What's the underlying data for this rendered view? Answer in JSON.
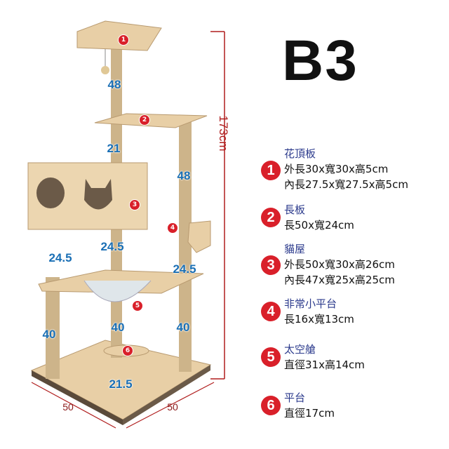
{
  "title": "B3",
  "total_height": "173cm",
  "dimension_labels": {
    "top_post": "48",
    "mid_post": "21",
    "right_upper_post": "48",
    "left_post_mid": "24.5",
    "center_post_mid": "24.5",
    "right_post_mid": "24.5",
    "left_post_low": "40",
    "center_post_low": "40",
    "right_post_low": "40",
    "base_post": "21.5"
  },
  "base": {
    "left": "50",
    "right": "50"
  },
  "markers": [
    "1",
    "2",
    "3",
    "4",
    "5",
    "6"
  ],
  "colors": {
    "marker": "#d9202a",
    "dimension": "#1a6fb5",
    "item_name": "#2b3a8c",
    "wood": "#e8cfa6",
    "rope": "#cdb48a"
  },
  "items": [
    {
      "num": "1",
      "name": "花頂板",
      "lines": [
        "外長30x寬30x高5cm",
        "內長27.5x寬27.5x高5cm"
      ]
    },
    {
      "num": "2",
      "name": "長板",
      "lines": [
        "長50x寬24cm"
      ]
    },
    {
      "num": "3",
      "name": "貓屋",
      "lines": [
        "外長50x寬30x高26cm",
        "內長47x寬25x高25cm"
      ]
    },
    {
      "num": "4",
      "name": "非常小平台",
      "lines": [
        "長16x寬13cm"
      ]
    },
    {
      "num": "5",
      "name": "太空艙",
      "lines": [
        "直徑31x高14cm"
      ]
    },
    {
      "num": "6",
      "name": "平台",
      "lines": [
        "直徑17cm"
      ]
    }
  ]
}
